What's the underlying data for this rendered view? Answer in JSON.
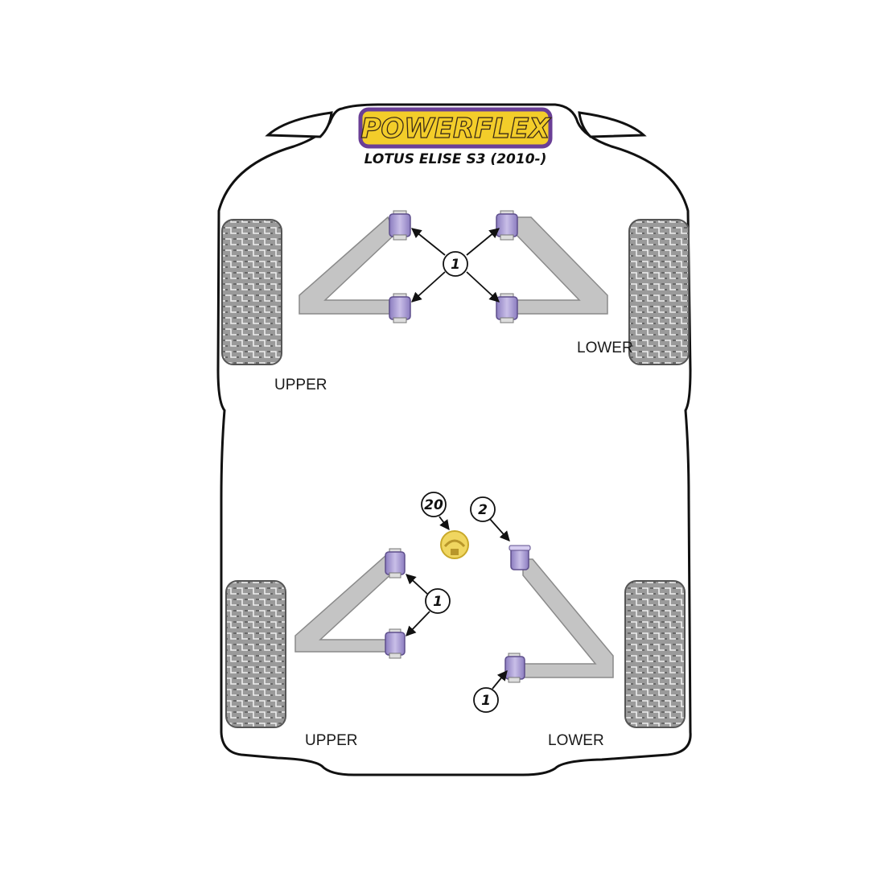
{
  "brand": {
    "logo_text": "POWERFLEX",
    "model": "LOTUS ELISE S3 (2010-)"
  },
  "labels": {
    "front_left": "UPPER",
    "front_right": "LOWER",
    "rear_left": "UPPER",
    "rear_right": "LOWER"
  },
  "callouts": {
    "front_center": "1",
    "rear_left": "1",
    "rear_right": "1",
    "part_20": "20",
    "part_2": "2"
  },
  "colors": {
    "outline": "#111111",
    "arm": "#c4c4c4",
    "bush": "#a89ad0",
    "tyre": "#8c8c8c",
    "logo_fill": "#f3cd2a",
    "logo_border": "#6a3f96",
    "mount": "#f0d660"
  }
}
